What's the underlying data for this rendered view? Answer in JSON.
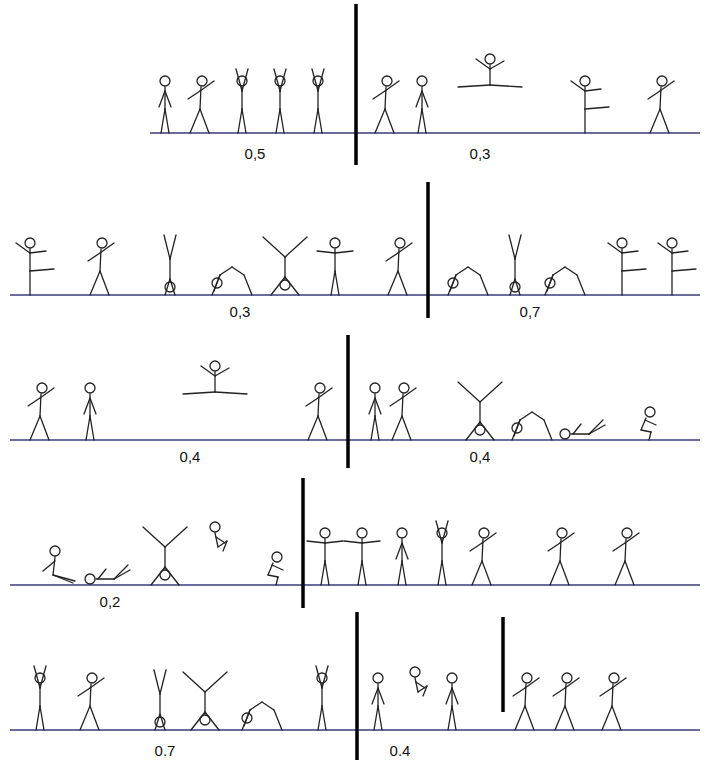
{
  "diagram": {
    "labels": [
      "0,5",
      "0,3",
      "0,3",
      "0,7",
      "0,4",
      "0,4",
      "0,2",
      "0.7",
      "0.4"
    ]
  }
}
